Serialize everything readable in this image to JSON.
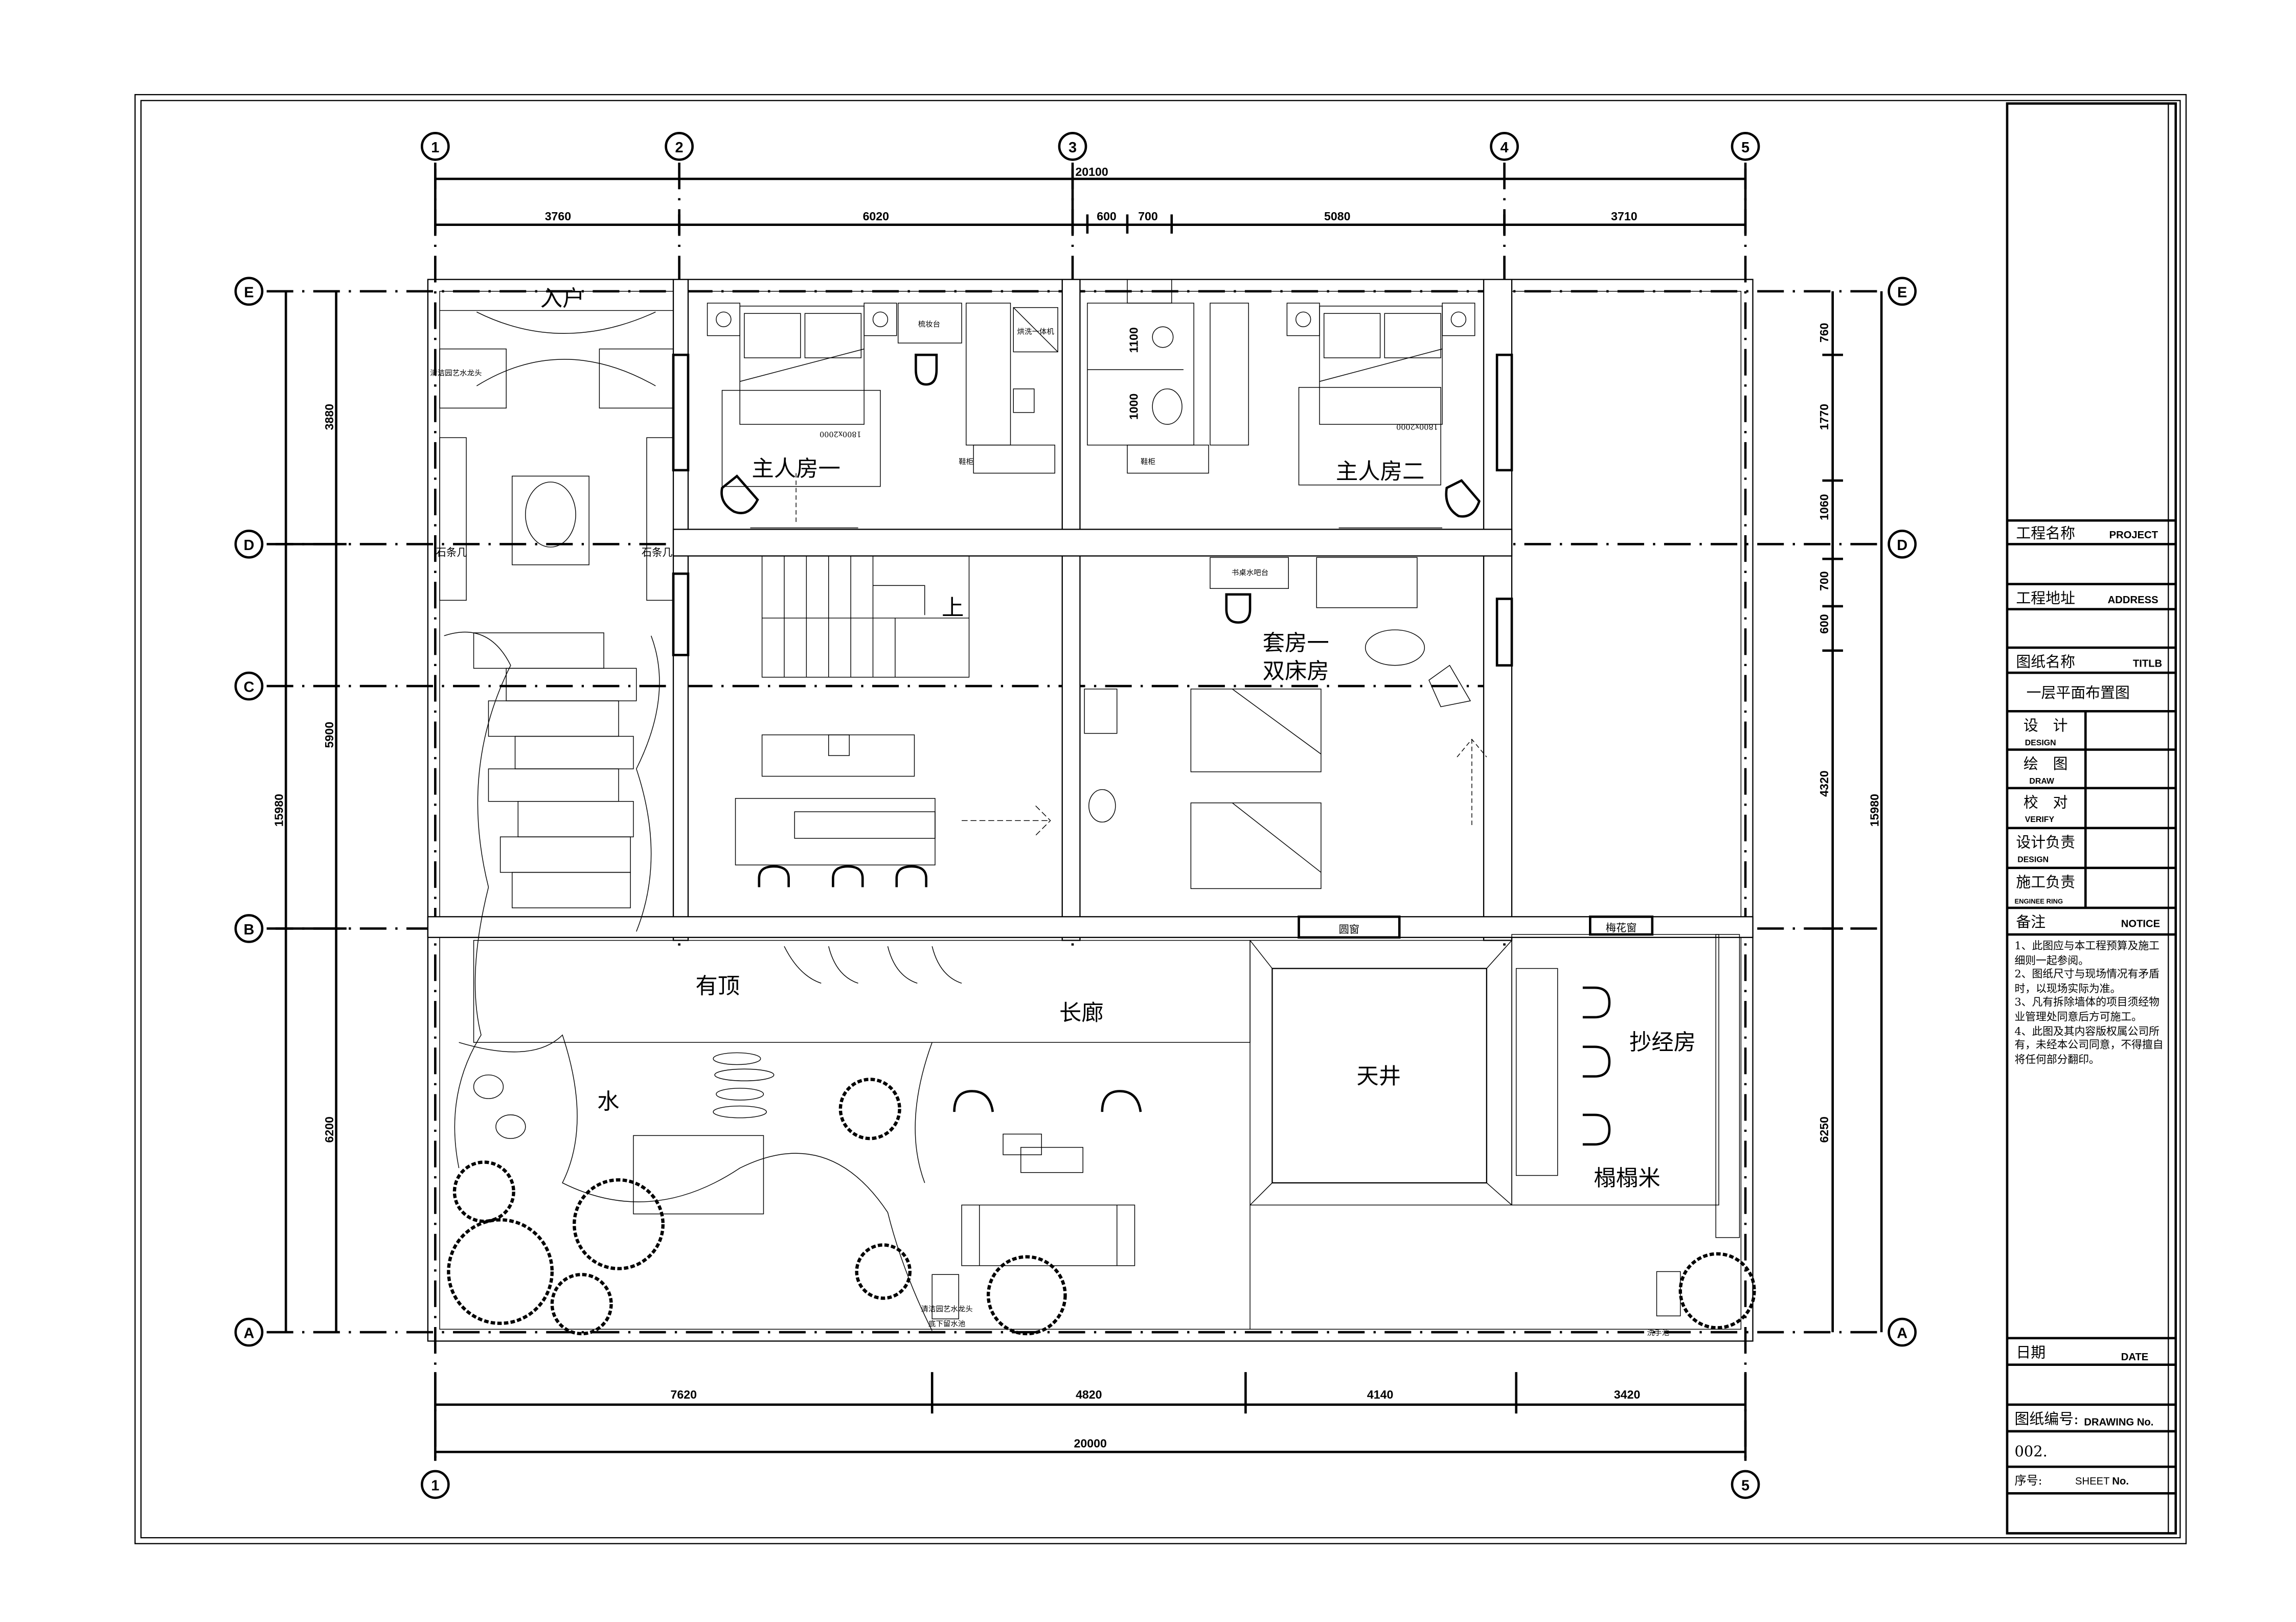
{
  "grid": {
    "columns": [
      "1",
      "2",
      "3",
      "4",
      "5"
    ],
    "rows": [
      "E",
      "D",
      "C",
      "B",
      "A"
    ]
  },
  "dimensions": {
    "top_total": "20100",
    "top": [
      "3760",
      "6020",
      "600",
      "700",
      "5080",
      "3710"
    ],
    "left": [
      "3880",
      "5900",
      "6200"
    ],
    "left_total": "15980",
    "right": [
      "760",
      "1770",
      "1060",
      "700",
      "600",
      "4320",
      "6250"
    ],
    "right_total": "15980",
    "bottom": [
      "7620",
      "4820",
      "4140",
      "3420"
    ],
    "bottom_total": "20000",
    "wc_1": "1100",
    "wc_2": "1000"
  },
  "rooms": {
    "entrance": "入户",
    "master_1": "主人房一",
    "master_2": "主人房二",
    "suite": "套房一",
    "suite_sub": "双床房",
    "covered": "有顶",
    "corridor": "长廊",
    "courtyard": "天井",
    "sutra_room": "抄经房",
    "tatami": "榻榻米",
    "water": "水",
    "stairs_up": "上"
  },
  "labels": {
    "garden_tap_top": "清洁园艺水龙头",
    "stone_table_left": "石条几",
    "stone_table_right": "石条几",
    "dresser": "梳妆台",
    "washer_dryer": "烘洗一体机",
    "shoe_cabinet_1": "鞋柜",
    "shoe_cabinet_2": "鞋柜",
    "bed_size_1": "1800x2000",
    "bed_size_2": "1800x2000",
    "desk_bar": "书桌水吧台",
    "round_window": "圆窗",
    "plum_window": "梅花窗",
    "garden_tap_bottom": "清洁园艺水龙头",
    "garden_tap_bottom_2": "底下留水池",
    "wash_basin": "洗手池"
  },
  "title_block": {
    "project_cn": "工程名称",
    "project_en": "PROJECT",
    "address_cn": "工程地址",
    "address_en": "ADDRESS",
    "title_cn": "图纸名称",
    "title_en": "TITLB",
    "drawing_title": "一层平面布置图",
    "design_cn": "设　计",
    "design_en": "DESIGN",
    "draw_cn": "绘　图",
    "draw_en": "DRAW",
    "verify_cn": "校　对",
    "verify_en": "VERIFY",
    "design_lead_cn": "设计负责",
    "design_lead_en": "DESIGN",
    "construction_lead_cn": "施工负责",
    "construction_lead_en": "ENGINEE RING",
    "notice_cn": "备注",
    "notice_en": "NOTICE",
    "notes": [
      "1、此图应与本工程预算及施工细则一起参阅。",
      "2、图纸尺寸与现场情况有矛盾时，以现场实际为准。",
      "3、凡有拆除墙体的项目须经物业管理处同意后方可施工。",
      "4、此图及其内容版权属公司所有，未经本公司同意，不得擅自将任何部分翻印。"
    ],
    "date_cn": "日期",
    "date_en": "DATE",
    "drawing_no_cn": "图纸编号:",
    "drawing_no_en": "DRAWING No.",
    "drawing_no_value": "002.",
    "sheet_cn": "序号:",
    "sheet_en_1": "SHEET",
    "sheet_en_2": "No."
  }
}
